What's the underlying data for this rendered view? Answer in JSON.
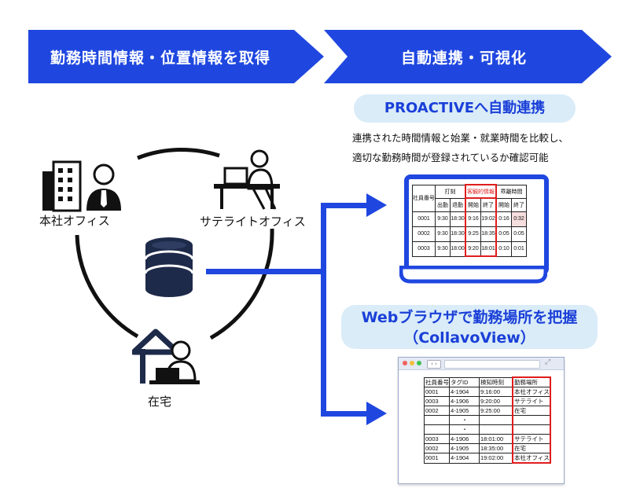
{
  "banners": {
    "left": "勤務時間情報・位置情報を取得",
    "right": "自動連携・可視化"
  },
  "locations": {
    "head_office": "本社オフィス",
    "satellite_office": "サテライトオフィス",
    "home": "在宅"
  },
  "proactive": {
    "heading": "PROACTIVEへ自動連携",
    "desc_line1": "連携された時間情報と始業・就業時間を比較し、",
    "desc_line2": "適切な勤務時間が登録されているか確認可能",
    "table": {
      "h_emp": "社員番号",
      "h_punch": "打刻",
      "h_reported": "客観的情報",
      "h_gap": "乖離時間",
      "sub": [
        "出勤",
        "退勤",
        "開始",
        "終了",
        "開始",
        "終了"
      ],
      "rows": [
        {
          "emp": "0001",
          "vals": [
            "9:30",
            "18:30",
            "9:16",
            "19:02",
            "0:16",
            "0:32"
          ]
        },
        {
          "emp": "0002",
          "vals": [
            "9:30",
            "18:30",
            "9:25",
            "18:35",
            "0:05",
            "0:05"
          ]
        },
        {
          "emp": "0003",
          "vals": [
            "9:30",
            "18:00",
            "9:20",
            "18:01",
            "0:10",
            "0:01"
          ]
        }
      ]
    }
  },
  "collavo": {
    "heading_line1": "Webブラウザで勤務場所を把握",
    "heading_line2": "（CollavoView）",
    "table": {
      "headers": [
        "社員番号",
        "タグID",
        "検知時刻",
        "勤務場所"
      ],
      "rows": [
        [
          "0001",
          "4-1904",
          "9:16:00",
          "本社オフィス"
        ],
        [
          "0003",
          "4-1906",
          "9:20:00",
          "サテライト"
        ],
        [
          "0002",
          "4-1905",
          "9:25:00",
          "在宅"
        ],
        [
          "",
          "・",
          "",
          ""
        ],
        [
          "",
          "・",
          "",
          ""
        ],
        [
          "0003",
          "4-1906",
          "18:01:00",
          "サテライト"
        ],
        [
          "0002",
          "4-1905",
          "18:35:00",
          "在宅"
        ],
        [
          "0001",
          "4-1904",
          "19:02:00",
          "本社オフィス"
        ]
      ]
    }
  },
  "colors": {
    "blue": "#1f47e0",
    "navy": "#1e2a4a",
    "red": "#e01d1d",
    "light_blue": "#d9ecf8"
  }
}
